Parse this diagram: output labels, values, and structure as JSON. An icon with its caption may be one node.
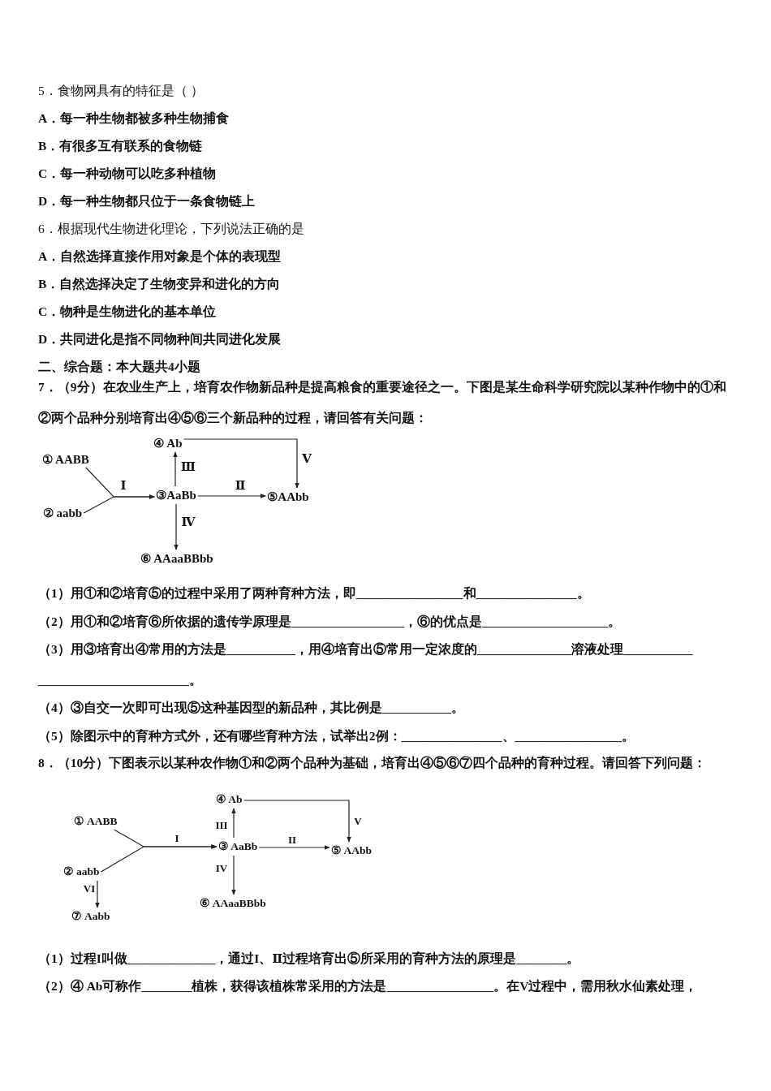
{
  "diagram": {
    "nodes": [
      {
        "text": [
          "① AABB"
        ]
      },
      {
        "text": [
          "② aabb"
        ]
      },
      {
        "text": [
          "④ Ab"
        ]
      },
      {
        "text": [
          "③AaBb"
        ]
      },
      {
        "text": [
          "⑤AAbb"
        ]
      },
      {
        "text": [
          "⑥ AAaaBBbb"
        ]
      },
      {
        "text": [
          "① AABB"
        ]
      },
      {
        "text": [
          "② aabb"
        ]
      },
      {
        "text": [
          "④ Ab"
        ]
      },
      {
        "text": [
          "③ AaBb"
        ]
      },
      {
        "text": [
          "⑤ AAbb"
        ]
      },
      {
        "text": [
          "⑥ AAaaBBbb"
        ]
      },
      {
        "text": [
          "⑦ Aabb"
        ]
      }
    ],
    "edges": [
      {
        "from": 0,
        "to": 3,
        "arrow": "to",
        "label": "Ⅰ"
      },
      {
        "from": 1,
        "to": 3,
        "arrow": "to"
      },
      {
        "from": 3,
        "to": 2,
        "arrow": "to",
        "label": "Ⅲ"
      },
      {
        "from": 3,
        "to": 4,
        "arrow": "to",
        "label": "Ⅱ"
      },
      {
        "from": 2,
        "to": 4,
        "arrow": "to",
        "label": "Ⅴ"
      },
      {
        "from": 3,
        "to": 5,
        "arrow": "to",
        "label": "Ⅳ"
      },
      {
        "from": 6,
        "to": 9,
        "arrow": "to",
        "label": "I"
      },
      {
        "from": 7,
        "to": 9,
        "arrow": "to"
      },
      {
        "from": 9,
        "to": 8,
        "arrow": "to",
        "label": "III"
      },
      {
        "from": 9,
        "to": 10,
        "arrow": "to",
        "label": "II"
      },
      {
        "from": 8,
        "to": 10,
        "arrow": "to",
        "label": "V"
      },
      {
        "from": 9,
        "to": 11,
        "arrow": "to",
        "label": "IV"
      },
      {
        "from": 7,
        "to": 12,
        "arrow": "to",
        "label": "VI"
      }
    ],
    "labels": [
      "5．食物网具有的特征是（ ）",
      "A．每一种生物都被多种生物捕食",
      "B．有很多互有联系的食物链",
      "C．每一种动物可以吃多种植物",
      "D．每一种生物都只位于一条食物链上",
      "6．根据现代生物进化理论，下列说法正确的是",
      "A．自然选择直接作用对象是个体的表现型",
      "B．自然选择决定了生物变异和进化的方向",
      "C．物种是生物进化的基本单位",
      "D．共同进化是指不同物种间共同进化发展",
      "二、综合题：本大题共4小题",
      "7．（9分）在农业生产上，培育农作物新品种是提高粮食的重要途径之一。下图是某生命科学研究院以某种作物中的①和②两个品种分别培育出④⑤⑥三个新品种的过程，请回答有关问题：",
      "（1）用①和②培育⑤的过程中采用了两种育种方法，即_________________和________________。",
      "（2）用①和②培育⑥所依据的遗传学原理是__________________，⑥的优点是____________________。",
      "（3）用③培育出④常用的方法是___________，用④培育出⑤常用一定浓度的_______________溶液处理___________ ________________________。",
      "（4）③自交一次即可出现⑤这种基因型的新品种，其比例是___________。",
      "（5）除图示中的育种方式外，还有哪些育种方法，试举出2例：________________、_________________。",
      "8．（10分）下图表示以某种农作物①和②两个品种为基础，培育出④⑤⑥⑦四个品种的育种过程。请回答下列问题：",
      "（1）过程I叫做______________，通过I、Ⅱ过程培育出⑤所采用的育种方法的原理是________。",
      "（2）④ Ab可称作________植株，获得该植株常采用的方法是_________________。在V过程中，需用秋水仙素处理，"
    ]
  }
}
